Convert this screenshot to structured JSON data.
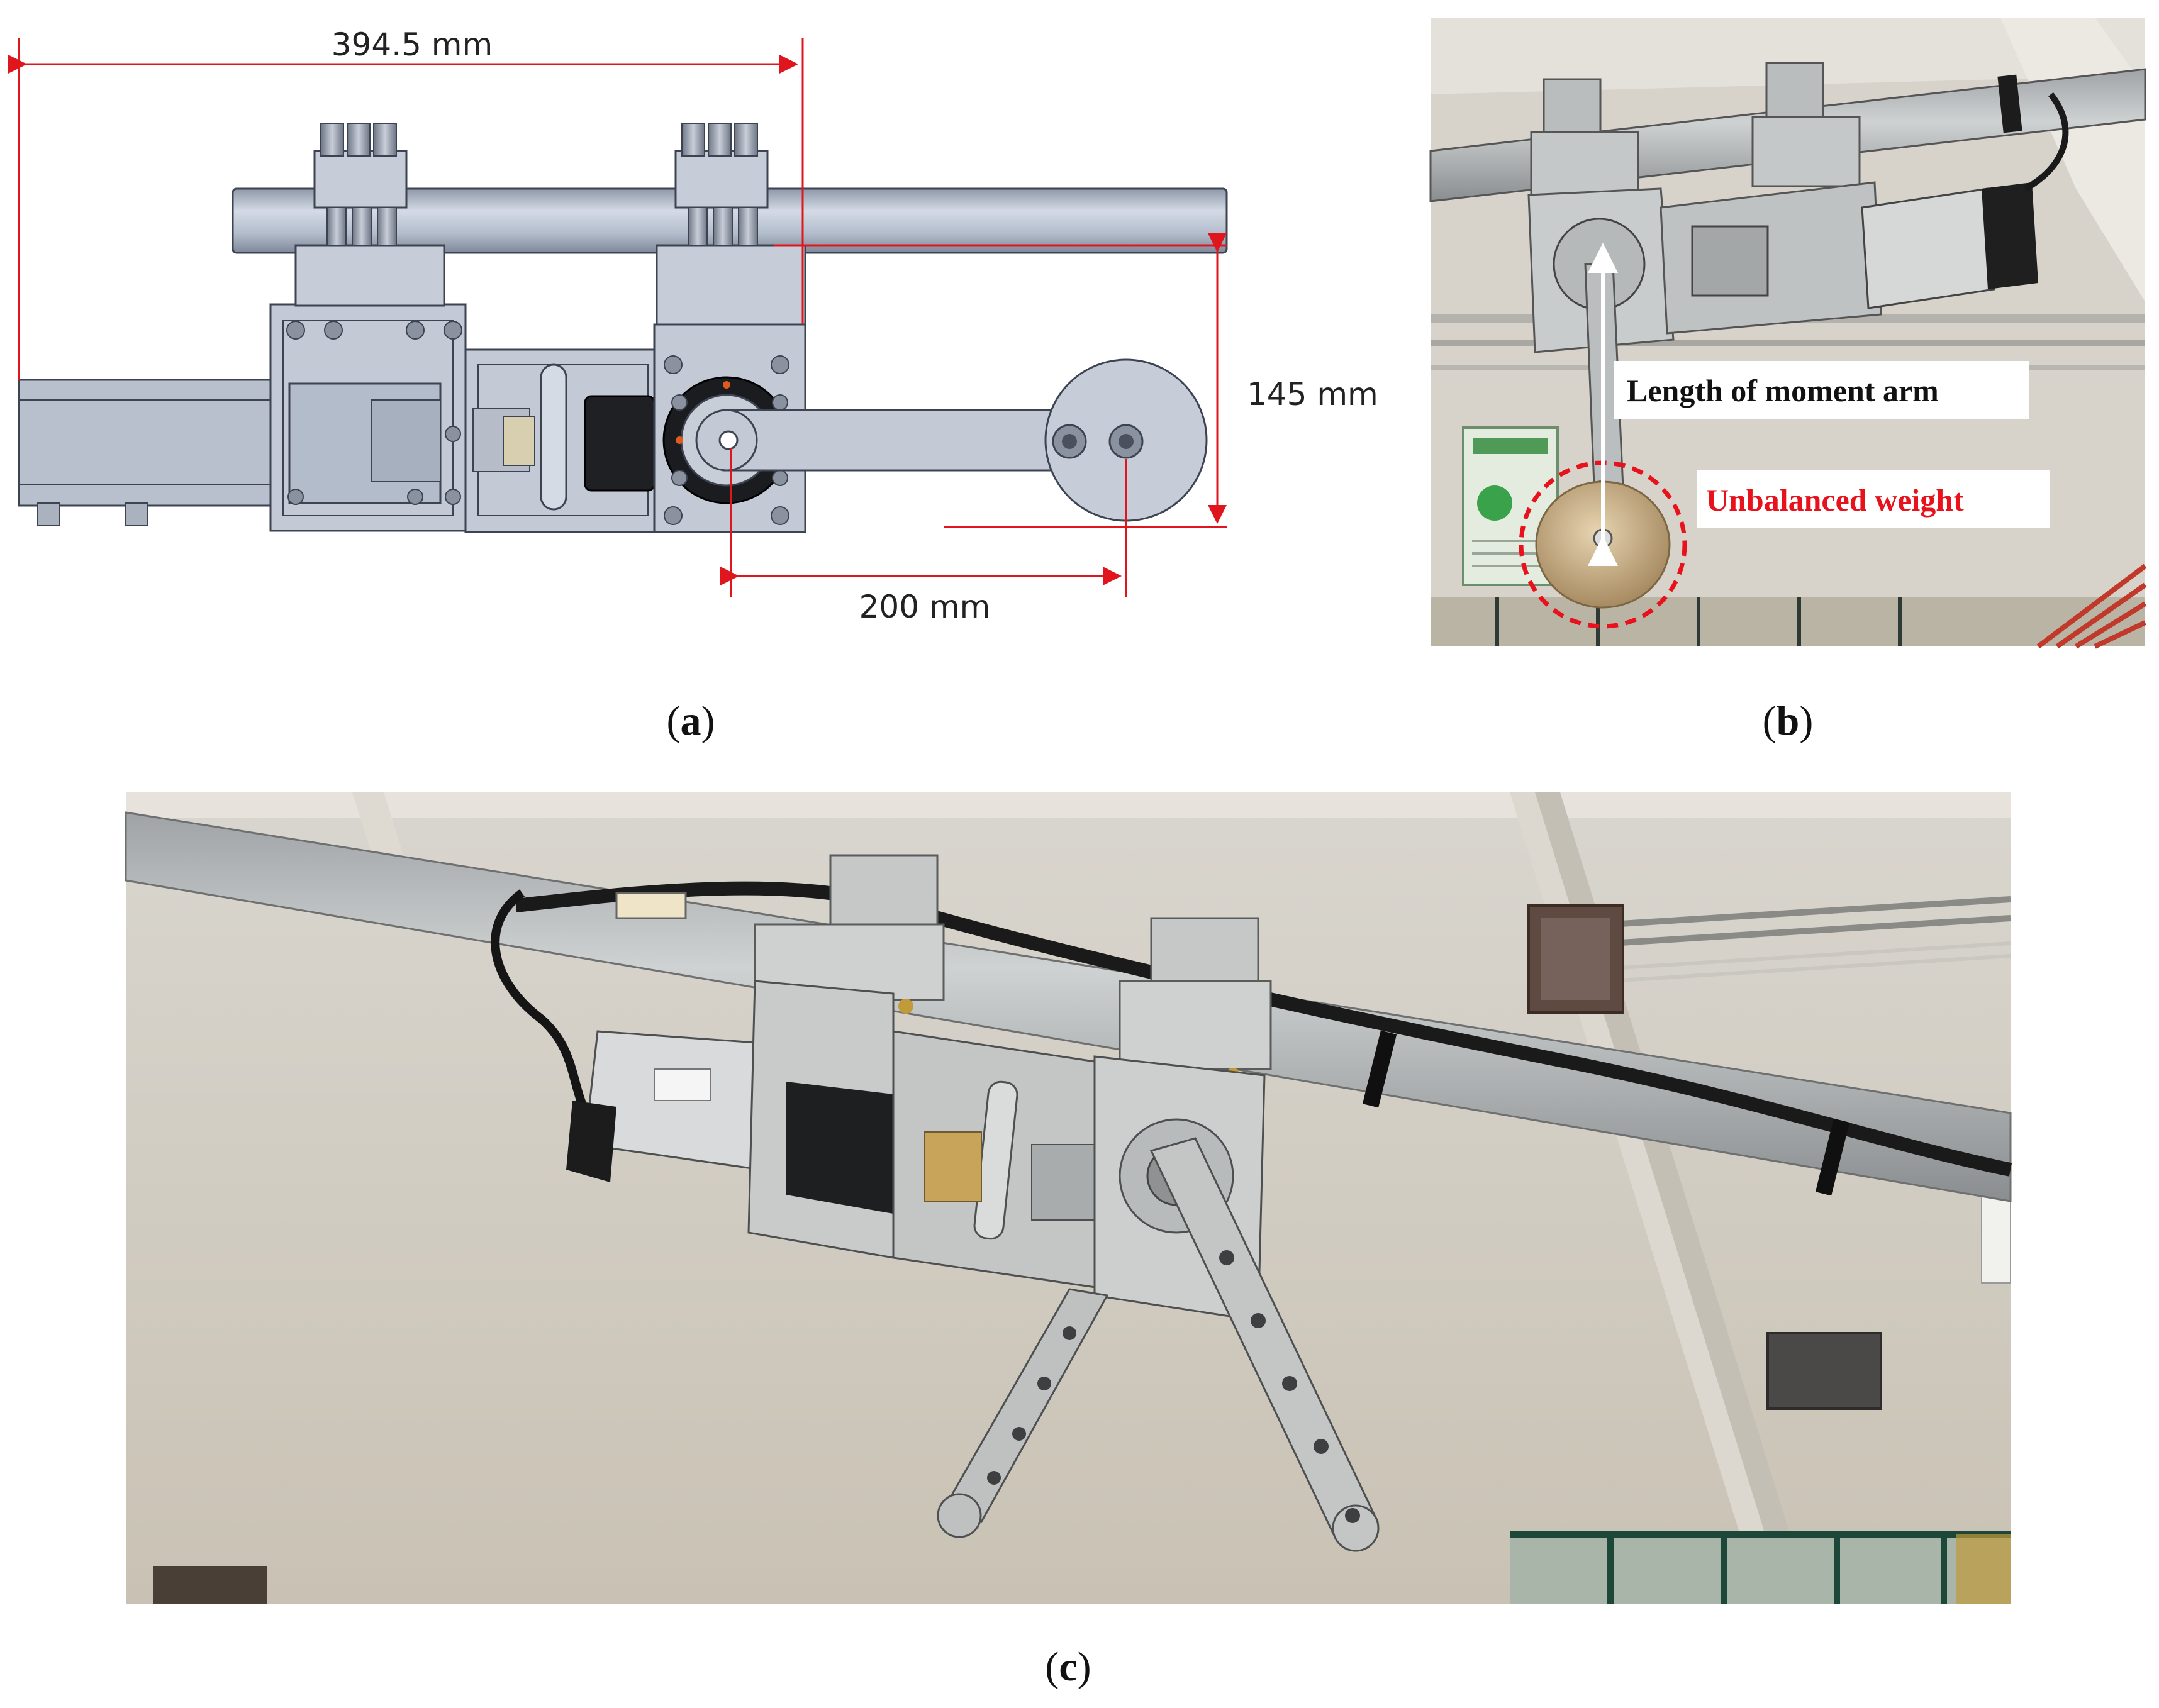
{
  "panel_a": {
    "width_dimension": "394.5 mm",
    "height_dimension": "145 mm",
    "arm_dimension": "200 mm",
    "caption_letter": "a"
  },
  "panel_b": {
    "moment_arm_label": "Length of moment arm",
    "unbalanced_weight_label": "Unbalanced weight",
    "caption_letter": "b"
  },
  "panel_c": {
    "caption_letter": "c"
  },
  "colors": {
    "dimension_red": "#e0161e",
    "label_red": "#e8121c",
    "metal_gray": "#bfc6d2",
    "tube_gray": "#aab4c4"
  }
}
